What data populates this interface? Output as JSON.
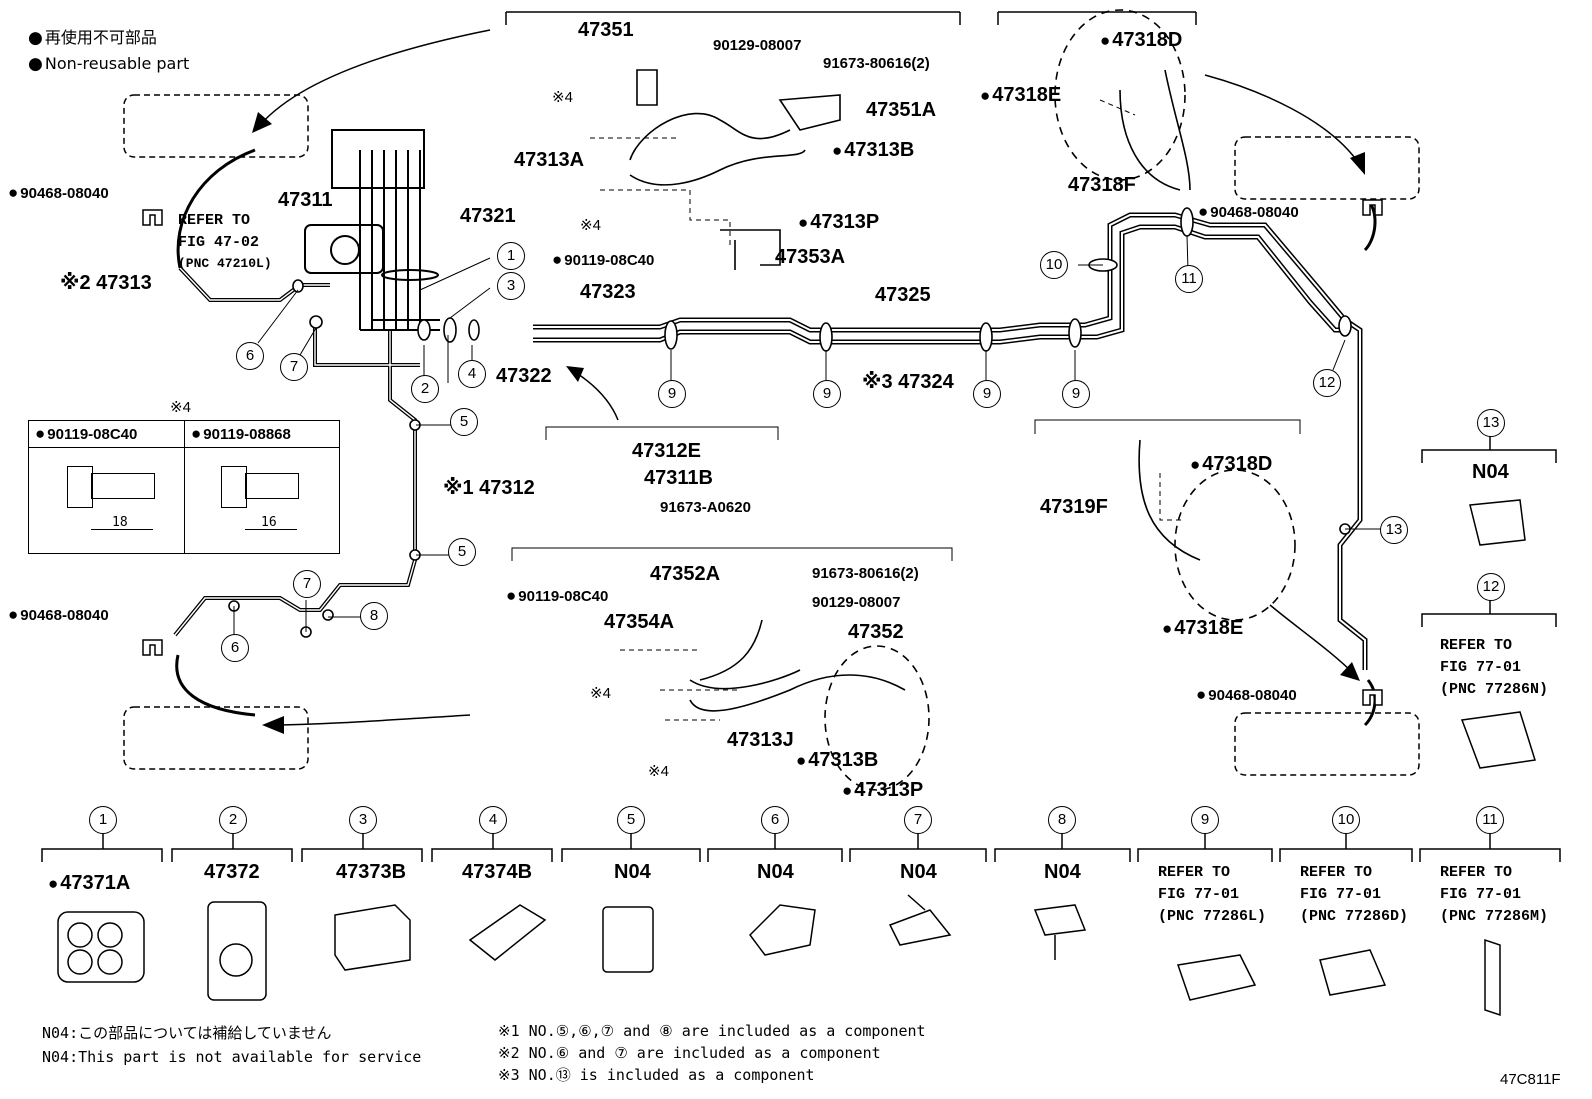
{
  "legend": {
    "ja": "再使用不可部品",
    "en": "Non-reusable part"
  },
  "figure_code": "47C811F",
  "notes": {
    "n04_ja": "N04:この部品については補給していません",
    "n04_en": "N04:This part is not available for service",
    "x1": "※1 NO.⑤,⑥,⑦ and ⑧ are included as a component",
    "x2": "※2 NO.⑥ and ⑦ are included as a component",
    "x3": "※3 NO.⑬ is included as a component"
  },
  "refer": {
    "r1_l1": "REFER TO",
    "r1_l2": "FIG 47-02",
    "r1_l3": "(PNC 47210L)",
    "r12_l1": "REFER TO",
    "r12_l2": "FIG 77-01",
    "r12_l3": "(PNC 77286N)",
    "r9_l1": "REFER TO",
    "r9_l2": "FIG 77-01",
    "r9_l3": "(PNC 77286L)",
    "r10_l1": "REFER TO",
    "r10_l2": "FIG 77-01",
    "r10_l3": "(PNC 77286D)",
    "r11_l1": "REFER TO",
    "r11_l2": "FIG 77-01",
    "r11_l3": "(PNC 77286M)"
  },
  "bolt_table": {
    "mark": "※4",
    "left_pn": "90119-08C40",
    "right_pn": "90119-08868",
    "left_len": "18",
    "right_len": "16"
  },
  "parts": {
    "p47351": "47351",
    "p90129a": "90129-08007",
    "p91673a": "91673-80616(2)",
    "p47351A": "47351A",
    "p47313A": "47313A",
    "p47313B_top": "47313B",
    "p47313P_top": "47313P",
    "p90119a": "90119-08C40",
    "p47353A": "47353A",
    "mark4a": "※4",
    "mark4b": "※4",
    "p47318D_top": "47318D",
    "p47318E_top": "47318E",
    "p47318F": "47318F",
    "p90468_tl": "90468-08040",
    "p90468_tr": "90468-08040",
    "p90468_bl": "90468-08040",
    "p90468_br": "90468-08040",
    "p47311": "47311",
    "p47321": "47321",
    "p47313": "※2 47313",
    "p47323": "47323",
    "p47322": "47322",
    "p47325": "47325",
    "p47324": "※3 47324",
    "p47312": "※1 47312",
    "p47312E": "47312E",
    "p47311B": "47311B",
    "p91673b": "91673-A0620",
    "p47352A": "47352A",
    "p91673c": "91673-80616(2)",
    "p90119b": "90119-08C40",
    "p90129b": "90129-08007",
    "p47354A": "47354A",
    "p47352": "47352",
    "mark4c": "※4",
    "mark4d": "※4",
    "p47313J": "47313J",
    "p47313B_bot": "47313B",
    "p47313P_bot": "47313P",
    "p47319F": "47319F",
    "p47318D_bot": "47318D",
    "p47318E_bot": "47318E",
    "n04_13": "N04"
  },
  "callouts": [
    "1",
    "2",
    "3",
    "4",
    "5",
    "6",
    "7",
    "8",
    "9",
    "10",
    "11",
    "12",
    "13"
  ],
  "bottom_row": [
    {
      "num": "1",
      "label": "47371A",
      "dot": true
    },
    {
      "num": "2",
      "label": "47372",
      "dot": false
    },
    {
      "num": "3",
      "label": "47373B",
      "dot": false
    },
    {
      "num": "4",
      "label": "47374B",
      "dot": false
    },
    {
      "num": "5",
      "label": "N04",
      "dot": false
    },
    {
      "num": "6",
      "label": "N04",
      "dot": false
    },
    {
      "num": "7",
      "label": "N04",
      "dot": false
    },
    {
      "num": "8",
      "label": "N04",
      "dot": false
    }
  ]
}
